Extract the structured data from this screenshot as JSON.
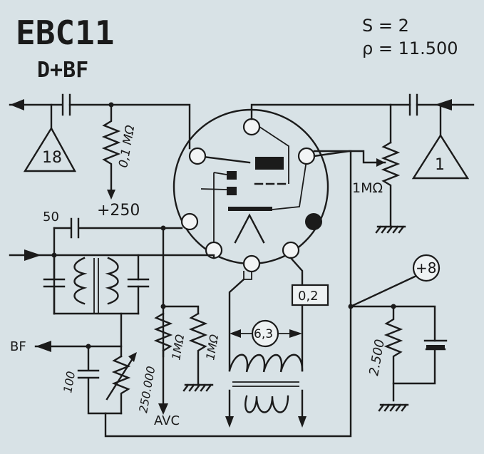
{
  "title": "EBC11",
  "subtitle": "D+BF",
  "specs": {
    "s": "S = 2",
    "rho": "ρ = 11.500"
  },
  "labels": {
    "tri_left": "18",
    "tri_right": "1",
    "r_01": "0,1 MΩ",
    "v250": "+250",
    "r_1m_right": "1MΩ",
    "c50": "50",
    "plus8": "+8",
    "r_1m_a": "1MΩ",
    "r_1m_b": "1MΩ",
    "v63": "6,3",
    "v02": "0,2",
    "r2500": "2.500",
    "bf": "BF",
    "c100": "100",
    "r250000": "250.000",
    "avc": "AVC"
  },
  "colors": {
    "background": "#d8e2e6",
    "ink": "#1b1b1b"
  }
}
